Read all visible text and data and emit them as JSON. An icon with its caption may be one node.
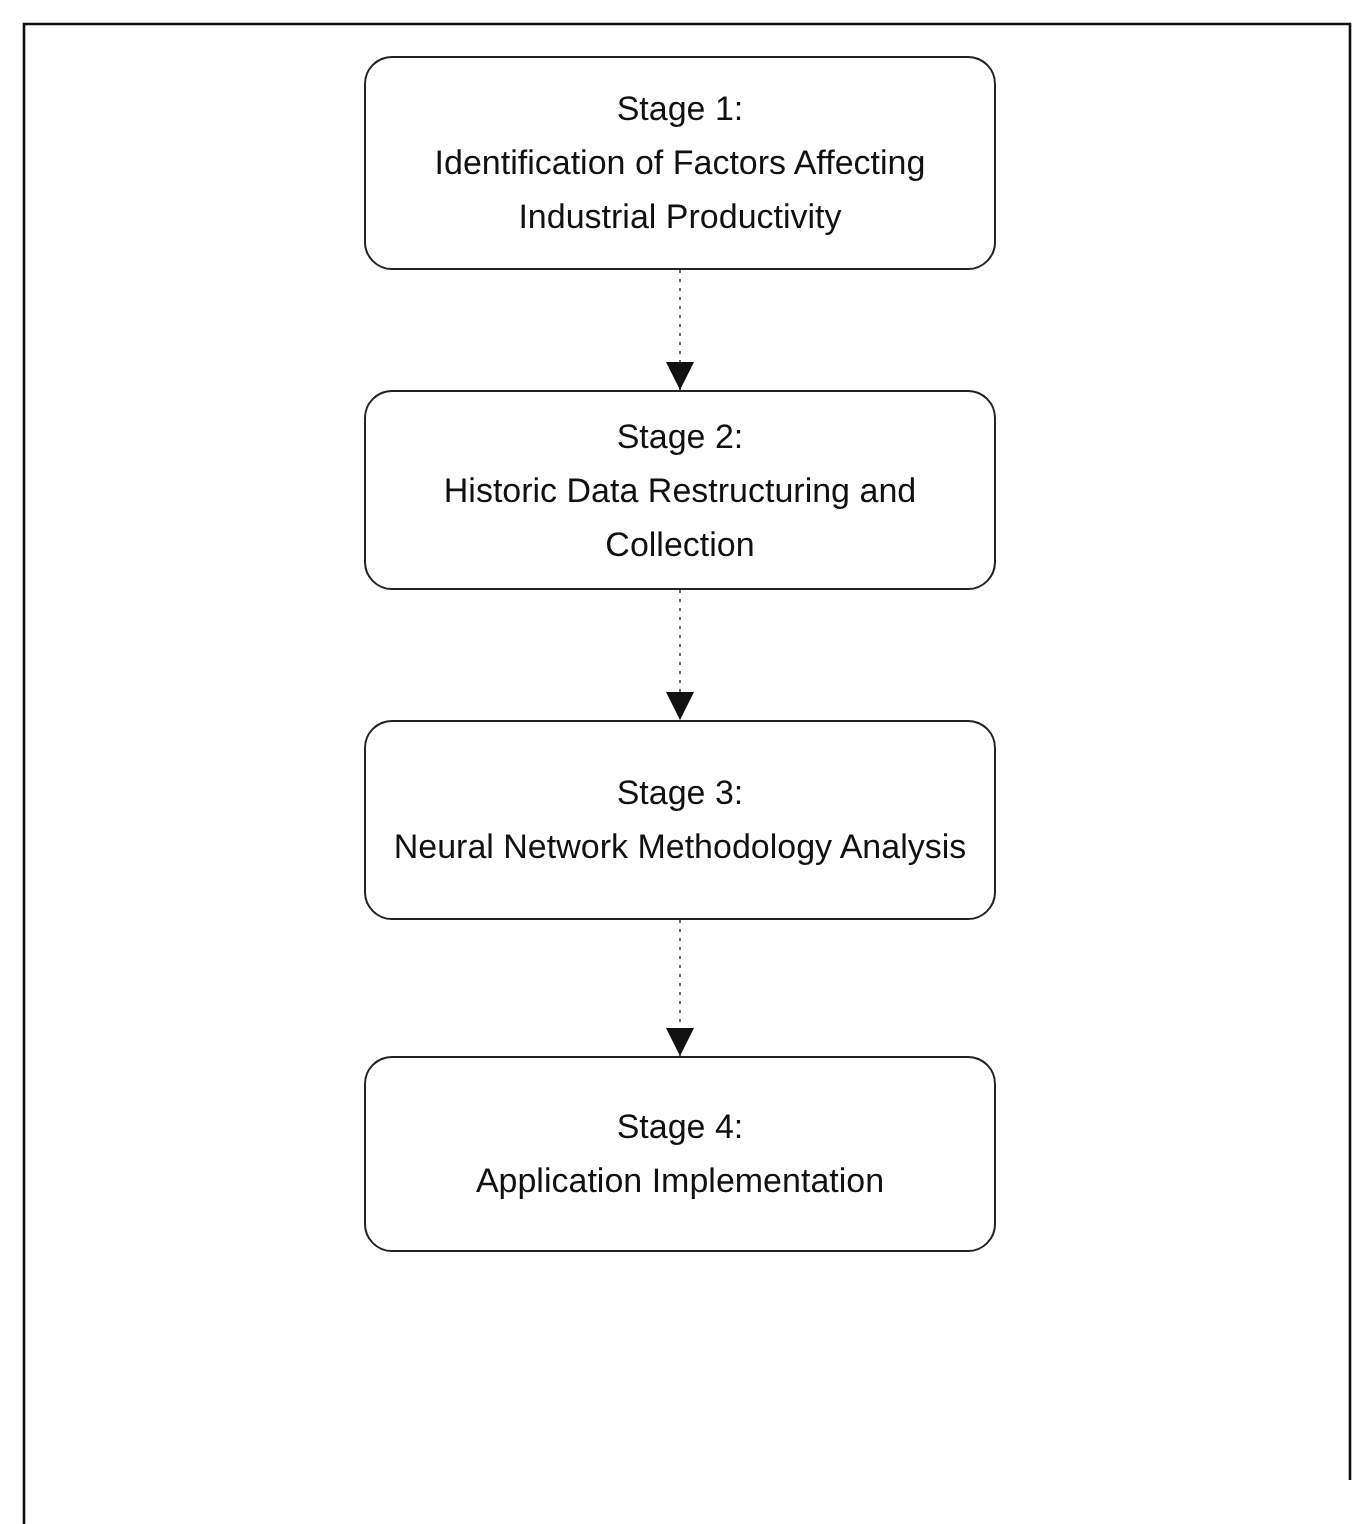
{
  "diagram": {
    "nodes": [
      {
        "text": [
          "Stage 1:",
          "Identification of Factors Affecting Industrial Productivity"
        ]
      },
      {
        "text": [
          "Stage 2:",
          "Historic Data Restructuring and Collection"
        ]
      },
      {
        "text": [
          "Stage 3:",
          "Neural Network Methodology Analysis"
        ]
      },
      {
        "text": [
          "Stage 4:",
          "Application Implementation"
        ]
      }
    ],
    "edges": [
      {
        "from": 0,
        "to": 1,
        "arrow": "to",
        "style": "dashed"
      },
      {
        "from": 1,
        "to": 2,
        "arrow": "to",
        "style": "dashed"
      },
      {
        "from": 2,
        "to": 3,
        "arrow": "to",
        "style": "dashed"
      }
    ]
  }
}
